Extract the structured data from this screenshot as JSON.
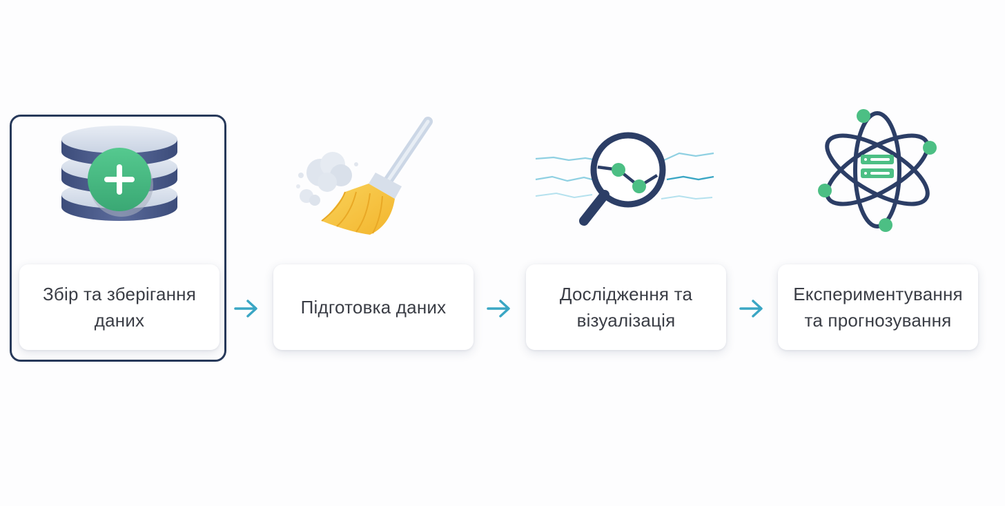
{
  "stages": [
    {
      "label": "Збір та зберігання даних",
      "icon": "database-plus-icon",
      "selected": true
    },
    {
      "label": "Підготовка даних",
      "icon": "broom-icon",
      "selected": false
    },
    {
      "label": "Дослідження та візуалізація",
      "icon": "magnifier-chart-icon",
      "selected": false
    },
    {
      "label": "Експериментування та прогнозування",
      "icon": "atom-icon",
      "selected": false
    }
  ],
  "colors": {
    "accent": "#3aa6c4",
    "green": "#4cbf84",
    "navy": "#2c3e66",
    "selection": "#27395a",
    "yellow": "#f7c544"
  }
}
